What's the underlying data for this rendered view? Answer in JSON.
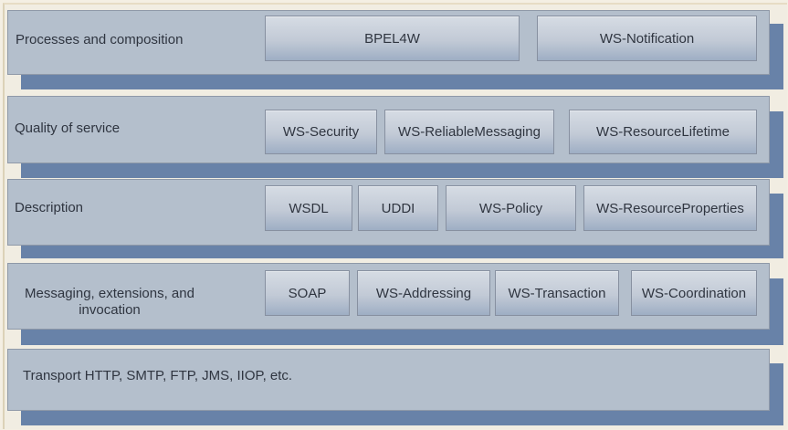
{
  "diagram": {
    "title": "Web services standards stack",
    "colors": {
      "panel": "#b4bfcc",
      "shadow": "#6882a8",
      "button_top": "#d6dce4",
      "button_bottom": "#9eaec4",
      "text": "#2f3540",
      "background": "#f1ede2"
    },
    "layers": [
      {
        "label": "Processes and composition",
        "items": [
          "BPEL4W",
          "WS-Notification"
        ]
      },
      {
        "label": "Quality of service",
        "items": [
          "WS-Security",
          "WS-ReliableMessaging",
          "WS-ResourceLifetime"
        ]
      },
      {
        "label": "Description",
        "items": [
          "WSDL",
          "UDDI",
          "WS-Policy",
          "WS-ResourceProperties"
        ]
      },
      {
        "label_line1": "Messaging, extensions, and",
        "label_line2": "invocation",
        "items": [
          "SOAP",
          "WS-Addressing",
          "WS-Transaction",
          "WS-Coordination"
        ]
      },
      {
        "label": "Transport HTTP, SMTP, FTP, JMS, IIOP, etc.",
        "items": []
      }
    ]
  }
}
